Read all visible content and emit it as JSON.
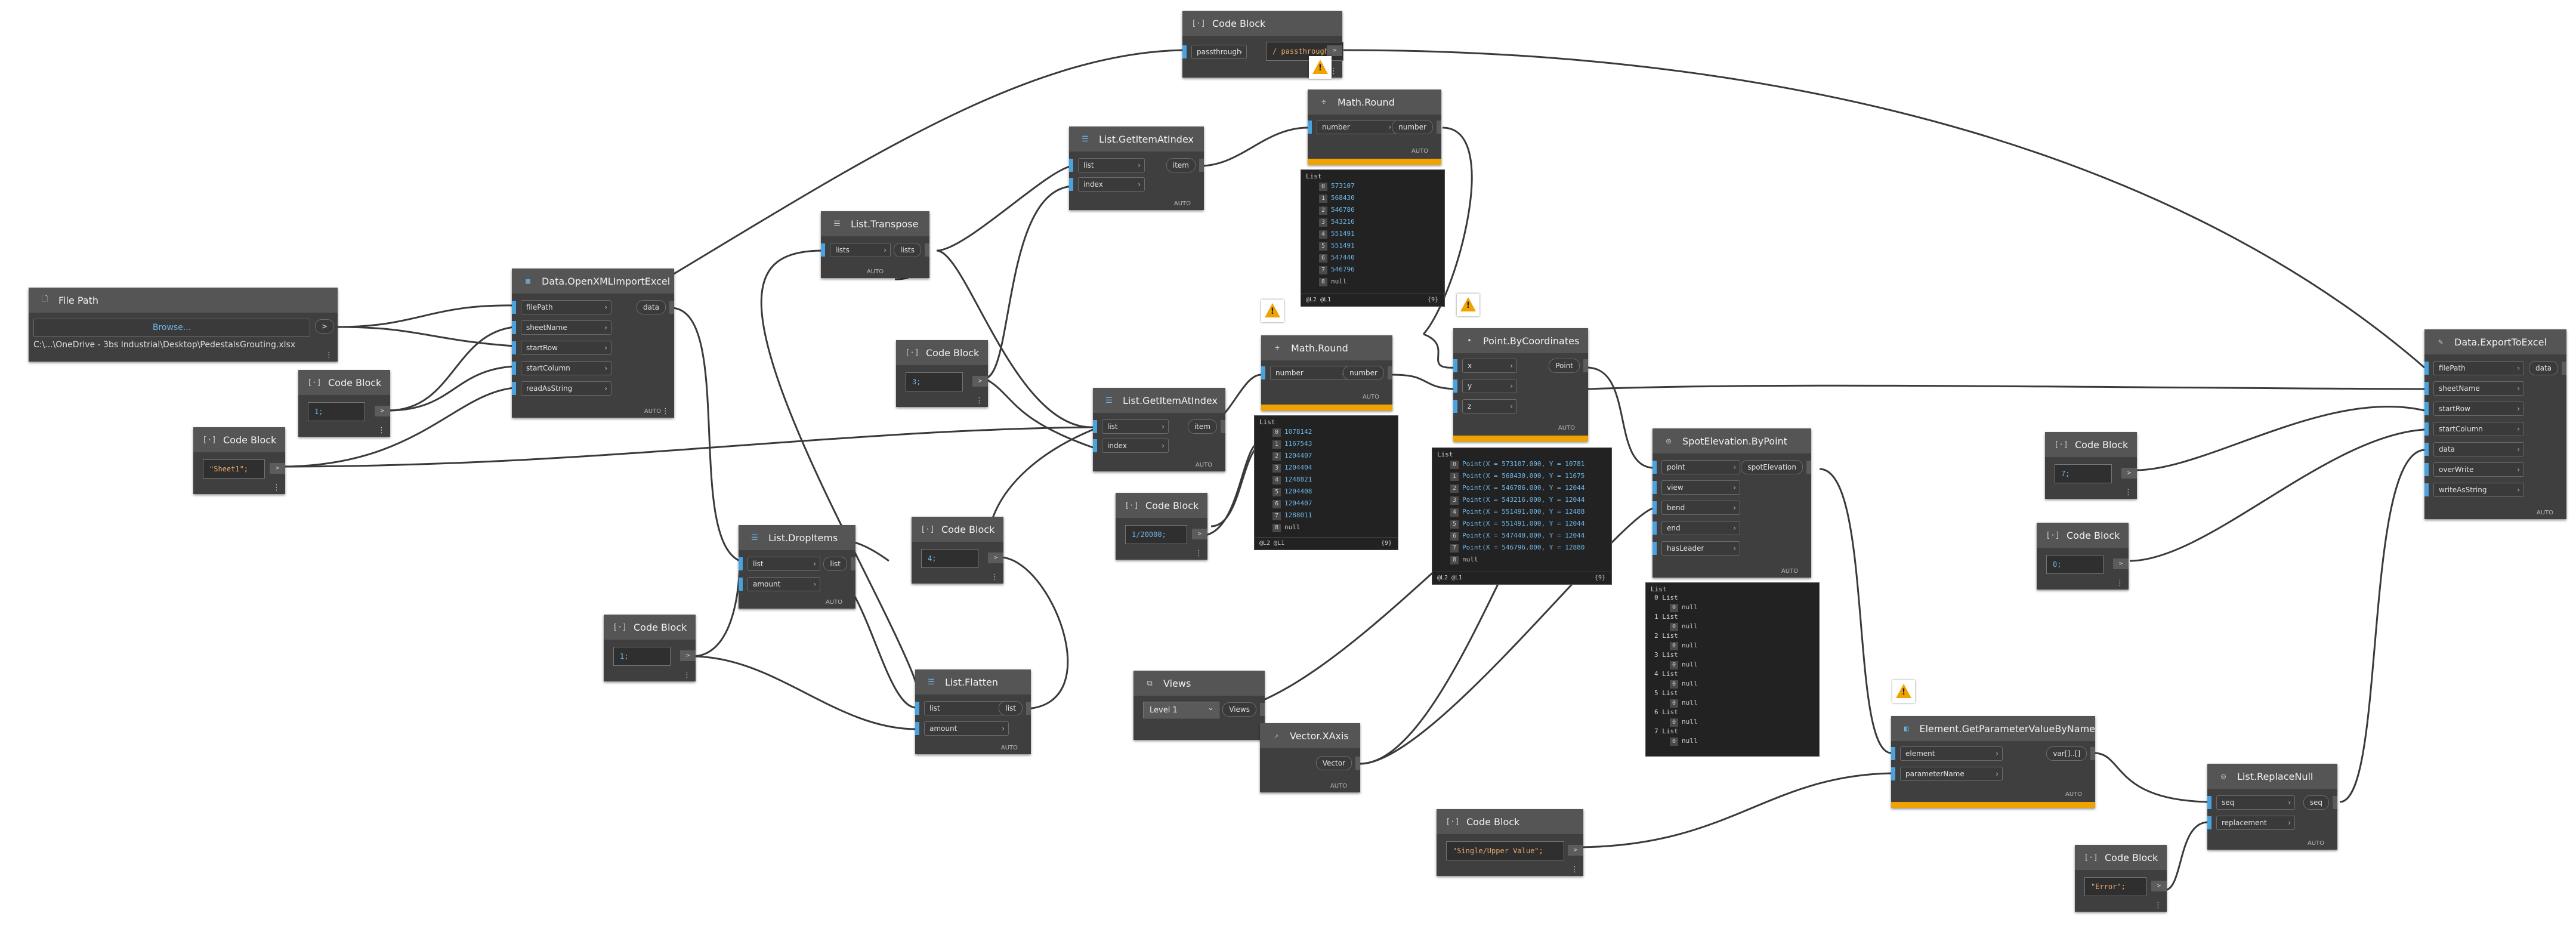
{
  "colors": {
    "port": "#4aa3df",
    "warning": "#f0a300",
    "node_bg": "#3f3f3f",
    "header": "#555555",
    "wire": "#3a3a3a",
    "code_string": "#e8a96a",
    "code_number": "#6fb7e8"
  },
  "icons": {
    "warning": "warning-triangle-icon",
    "code_block": "code-block-icon",
    "list": "list-icon"
  },
  "nodes": {
    "file_path": {
      "title": "File Path",
      "browse": "Browse...",
      "path": "C:\\...\\OneDrive - 3bs Industrial\\Desktop\\PedestalsGrouting.xlsx"
    },
    "cb_top": {
      "title": "Code Block",
      "in": "passthrough",
      "code": "/ passthrough/;"
    },
    "cb_one": {
      "title": "Code Block",
      "code": "1;"
    },
    "cb_sheet": {
      "title": "Code Block",
      "code": "\"Sheet1\";"
    },
    "open_excel": {
      "title": "Data.OpenXMLImportExcel",
      "inputs": [
        "filePath",
        "sheetName",
        "startRow",
        "startColumn",
        "readAsString"
      ],
      "output": "data",
      "lacing": "AUTO"
    },
    "transpose": {
      "title": "List.Transpose",
      "input": "lists",
      "output": "lists",
      "lacing": "AUTO"
    },
    "getitem1": {
      "title": "List.GetItemAtIndex",
      "inputs": [
        "list",
        "index"
      ],
      "output": "item",
      "lacing": "AUTO"
    },
    "cb_three": {
      "title": "Code Block",
      "code": "3;"
    },
    "getitem2": {
      "title": "List.GetItemAtIndex",
      "inputs": [
        "list",
        "index"
      ],
      "output": "item",
      "lacing": "AUTO"
    },
    "round1": {
      "title": "Math.Round",
      "input": "number",
      "output": "number",
      "lacing": "AUTO"
    },
    "round2": {
      "title": "Math.Round",
      "input": "number",
      "output": "number",
      "lacing": "AUTO"
    },
    "cb_four": {
      "title": "Code Block",
      "code": "4;"
    },
    "cb_div": {
      "title": "Code Block",
      "code": "1/20000;"
    },
    "dropitems": {
      "title": "List.DropItems",
      "inputs": [
        "list",
        "amount"
      ],
      "output": "list",
      "lacing": "AUTO"
    },
    "cb_a": {
      "title": "Code Block",
      "code": "1;"
    },
    "flatten": {
      "title": "List.Flatten",
      "inputs": [
        "list",
        "amount"
      ],
      "output": "list",
      "lacing": "AUTO"
    },
    "views": {
      "title": "Views",
      "selected": "Level 1",
      "output": "Views"
    },
    "xaxis": {
      "title": "Vector.XAxis",
      "output": "Vector",
      "lacing": "AUTO"
    },
    "point": {
      "title": "Point.ByCoordinates",
      "inputs": [
        "x",
        "y",
        "z"
      ],
      "output": "Point",
      "lacing": "AUTO"
    },
    "spot": {
      "title": "SpotElevation.ByPoint",
      "inputs": [
        "point",
        "view",
        "bend",
        "end",
        "hasLeader"
      ],
      "output": "spotElevation",
      "lacing": "AUTO"
    },
    "getparam": {
      "title": "Element.GetParameterValueByName",
      "inputs": [
        "element",
        "parameterName"
      ],
      "output": "var[]..[]",
      "lacing": "AUTO"
    },
    "cb_param": {
      "title": "Code Block",
      "code": "\"Single/Upper Value\";"
    },
    "replacenull": {
      "title": "List.ReplaceNull",
      "inputs": [
        "seq",
        "replacement"
      ],
      "output": "seq",
      "lacing": "AUTO"
    },
    "cb_error": {
      "title": "Code Block",
      "code": "\"Error\";"
    },
    "cb_r1": {
      "title": "Code Block",
      "code": "7;"
    },
    "cb_r2": {
      "title": "Code Block",
      "code": "0;"
    },
    "export": {
      "title": "Data.ExportToExcel",
      "inputs": [
        "filePath",
        "sheetName",
        "startRow",
        "startColumn",
        "data",
        "overWrite",
        "writeAsString"
      ],
      "output": "data",
      "lacing": "AUTO"
    }
  },
  "previews": {
    "round1_list": {
      "title": "List",
      "items": [
        {
          "i": "0",
          "v": "573107"
        },
        {
          "i": "1",
          "v": "568430"
        },
        {
          "i": "2",
          "v": "546786"
        },
        {
          "i": "3",
          "v": "543216"
        },
        {
          "i": "4",
          "v": "551491"
        },
        {
          "i": "5",
          "v": "551491"
        },
        {
          "i": "6",
          "v": "547440"
        },
        {
          "i": "7",
          "v": "546796"
        },
        {
          "i": "8",
          "v": "null"
        }
      ],
      "footer": "@L2 @L1",
      "count": "{9}"
    },
    "round2_list": {
      "title": "List",
      "items": [
        {
          "i": "0",
          "v": "1078142"
        },
        {
          "i": "1",
          "v": "1167543"
        },
        {
          "i": "2",
          "v": "1204407"
        },
        {
          "i": "3",
          "v": "1204404"
        },
        {
          "i": "4",
          "v": "1248821"
        },
        {
          "i": "5",
          "v": "1204408"
        },
        {
          "i": "6",
          "v": "1204407"
        },
        {
          "i": "7",
          "v": "1288011"
        },
        {
          "i": "8",
          "v": "null"
        }
      ],
      "footer": "@L2 @L1",
      "count": "{9}"
    },
    "point_list": {
      "title": "List",
      "items": [
        {
          "i": "0",
          "v": "Point(X = 573107.000, Y = 10781"
        },
        {
          "i": "1",
          "v": "Point(X = 568430.000, Y = 11675"
        },
        {
          "i": "2",
          "v": "Point(X = 546786.000, Y = 12044"
        },
        {
          "i": "3",
          "v": "Point(X = 543216.000, Y = 12044"
        },
        {
          "i": "4",
          "v": "Point(X = 551491.000, Y = 12488"
        },
        {
          "i": "5",
          "v": "Point(X = 551491.000, Y = 12044"
        },
        {
          "i": "6",
          "v": "Point(X = 547440.000, Y = 12044"
        },
        {
          "i": "7",
          "v": "Point(X = 546796.000, Y = 12880"
        },
        {
          "i": "8",
          "v": "null"
        }
      ],
      "footer": "@L2 @L1",
      "count": "{9}"
    },
    "spot_list": {
      "title": "List",
      "groups": [
        "0 List",
        "1 List",
        "2 List",
        "3 List",
        "4 List",
        "5 List",
        "6 List",
        "7 List"
      ],
      "inner": "null"
    }
  }
}
